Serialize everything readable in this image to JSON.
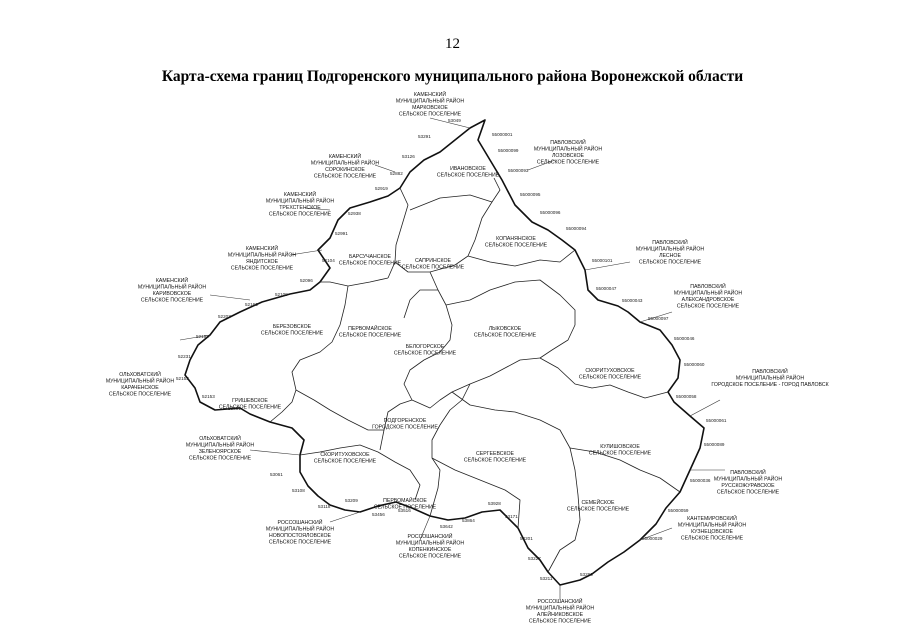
{
  "page_number": "12",
  "title": "Карта-схема границ Подгоренского муниципального района Воронежской области",
  "neighbors": [
    {
      "id": "kamenskiy-markovskoe",
      "lines": [
        "КАМЕНСКИЙ",
        "МУНИЦИПАЛЬНЫЙ РАЙОН",
        "МАРКОВСКОЕ",
        "СЕЛЬСКОЕ ПОСЕЛЕНИЕ"
      ]
    },
    {
      "id": "kamenskiy-sorokinskoe",
      "lines": [
        "КАМЕНСКИЙ",
        "МУНИЦИПАЛЬНЫЙ РАЙОН",
        "СОРОКИНСКОЕ",
        "СЕЛЬСКОЕ ПОСЕЛЕНИЕ"
      ]
    },
    {
      "id": "kamenskiy-trekhstenskoe",
      "lines": [
        "КАМЕНСКИЙ",
        "МУНИЦИПАЛЬНЫЙ РАЙОН",
        "ТРЕХСТЕНСКОЕ",
        "СЕЛЬСКОЕ ПОСЕЛЕНИЕ"
      ]
    },
    {
      "id": "kamenskiy-yanditskoe",
      "lines": [
        "КАМЕНСКИЙ",
        "МУНИЦИПАЛЬНЫЙ РАЙОН",
        "ЯНДИТСКОЕ",
        "СЕЛЬСКОЕ ПОСЕЛЕНИЕ"
      ]
    },
    {
      "id": "kamenskiy-kariv",
      "lines": [
        "КАМЕНСКИЙ",
        "МУНИЦИПАЛЬНЫЙ РАЙОН",
        "КАРИВОВСКОЕ",
        "СЕЛЬСКОЕ ПОСЕЛЕНИЕ"
      ]
    },
    {
      "id": "pavlovskiy-lozovskoe",
      "lines": [
        "ПАВЛОВСКИЙ",
        "МУНИЦИПАЛЬНЫЙ РАЙОН",
        "ЛОЗОВСКОЕ",
        "СЕЛЬСКОЕ ПОСЕЛЕНИЕ"
      ]
    },
    {
      "id": "pavlovskiy-lesnoe",
      "lines": [
        "ПАВЛОВСКИЙ",
        "МУНИЦИПАЛЬНЫЙ РАЙОН",
        "ЛЕСНОЕ",
        "СЕЛЬСКОЕ ПОСЕЛЕНИЕ"
      ]
    },
    {
      "id": "pavlovskiy-aleksandrovskoe",
      "lines": [
        "ПАВЛОВСКИЙ",
        "МУНИЦИПАЛЬНЫЙ РАЙОН",
        "АЛЕКСАНДРОВСКОЕ",
        "СЕЛЬСКОЕ ПОСЕЛЕНИЕ"
      ]
    },
    {
      "id": "pavlovskiy-gorod",
      "lines": [
        "ПАВЛОВСКИЙ",
        "МУНИЦИПАЛЬНЫЙ РАЙОН",
        "ГОРОДСКОЕ ПОСЕЛЕНИЕ - ГОРОД ПАВЛОВСК"
      ]
    },
    {
      "id": "pavlovskiy-russkaya",
      "lines": [
        "ПАВЛОВСКИЙ",
        "МУНИЦИПАЛЬНЫЙ РАЙОН",
        "РУССКОЖУРАВСКОЕ",
        "СЕЛЬСКОЕ ПОСЕЛЕНИЕ"
      ]
    },
    {
      "id": "kantemirovskiy",
      "lines": [
        "КАНТЕМИРОВСКИЙ",
        "МУНИЦИПАЛЬНЫЙ РАЙОН",
        "КУЗНЕЦОВСКОЕ",
        "СЕЛЬСКОЕ ПОСЕЛЕНИЕ"
      ]
    },
    {
      "id": "rossoshanskiy-alejn",
      "lines": [
        "РОССОШАНСКИЙ",
        "МУНИЦИПАЛЬНЫЙ РАЙОН",
        "АЛЕЙНИКОВСКОЕ",
        "СЕЛЬСКОЕ ПОСЕЛЕНИЕ"
      ]
    },
    {
      "id": "rossoshanskiy-nov",
      "lines": [
        "РОССОШАНСКИЙ",
        "МУНИЦИПАЛЬНЫЙ РАЙОН",
        "НОВОПОСТОЯЛОВСКОЕ",
        "СЕЛЬСКОЕ ПОСЕЛЕНИЕ"
      ]
    },
    {
      "id": "rossoshanskiy-kopen",
      "lines": [
        "РОССОШАНСКИЙ",
        "МУНИЦИПАЛЬНЫЙ РАЙОН",
        "КОПЕНКИНСКОЕ",
        "СЕЛЬСКОЕ ПОСЕЛЕНИЕ"
      ]
    },
    {
      "id": "olkhovatskiy",
      "lines": [
        "ОЛЬХОВАТСКИЙ",
        "МУНИЦИПАЛЬНЫЙ РАЙОН",
        "ЗЕЛЕНОЯРСКОЕ",
        "СЕЛЬСКОЕ ПОСЕЛЕНИЕ"
      ]
    },
    {
      "id": "olkhovatskiy-2",
      "lines": [
        "ОЛЬХОВАТСКИЙ",
        "МУНИЦИПАЛЬНЫЙ РАЙОН",
        "КАРАЧЕНСКОЕ",
        "СЕЛЬСКОЕ ПОСЕЛЕНИЕ"
      ]
    }
  ],
  "settlements": [
    {
      "id": "ivanovskoe",
      "lines": [
        "ИВАНОВСКОЕ",
        "СЕЛЬСКОЕ ПОСЕЛЕНИЕ"
      ]
    },
    {
      "id": "saprinskoe",
      "lines": [
        "САПРИНСКОЕ",
        "СЕЛЬСКОЕ ПОСЕЛЕНИЕ"
      ]
    },
    {
      "id": "kopanyanskoe",
      "lines": [
        "КОПАНЯНСКОЕ",
        "СЕЛЬСКОЕ ПОСЕЛЕНИЕ"
      ]
    },
    {
      "id": "barsuchanskoe",
      "lines": [
        "БАРСУЧАНСКОЕ",
        "СЕЛЬСКОЕ ПОСЕЛЕНИЕ"
      ]
    },
    {
      "id": "berezovskoe",
      "lines": [
        "БЕРЕЗОВСКОЕ",
        "СЕЛЬСКОЕ ПОСЕЛЕНИЕ"
      ]
    },
    {
      "id": "pervomayskoe",
      "lines": [
        "ПЕРВОМАЙСКОЕ",
        "СЕЛЬСКОЕ ПОСЕЛЕНИЕ"
      ]
    },
    {
      "id": "lykovskoe",
      "lines": [
        "ЛЫКОВСКОЕ",
        "СЕЛЬСКОЕ ПОСЕЛЕНИЕ"
      ]
    },
    {
      "id": "belogorskoe",
      "lines": [
        "БЕЛОГОРСКОЕ",
        "СЕЛЬСКОЕ ПОСЕЛЕНИЕ"
      ]
    },
    {
      "id": "skorituhovskoe",
      "lines": [
        "СКОРИТУХОВСКОЕ",
        "СЕЛЬСКОЕ ПОСЕЛЕНИЕ"
      ]
    },
    {
      "id": "pervomayskoe-2",
      "lines": [
        "ПЕРВОМАЙСКОЕ",
        "СЕЛЬСКОЕ ПОСЕЛЕНИЕ"
      ]
    },
    {
      "id": "podgorenskoe",
      "lines": [
        "ПОДГОРЕНСКОЕ",
        "ГОРОДСКОЕ ПОСЕЛЕНИЕ"
      ]
    },
    {
      "id": "grishevskoe",
      "lines": [
        "ГРИШЕВСКОЕ",
        "СЕЛЬСКОЕ ПОСЕЛЕНИЕ"
      ]
    },
    {
      "id": "sergeevskoe",
      "lines": [
        "СЕРГЕЕВСКОЕ",
        "СЕЛЬСКОЕ ПОСЕЛЕНИЕ"
      ]
    },
    {
      "id": "semeyskoe",
      "lines": [
        "СЕМЕЙСКОЕ",
        "СЕЛЬСКОЕ ПОСЕЛЕНИЕ"
      ]
    },
    {
      "id": "kulishovskoe",
      "lines": [
        "КУЛИШОВСКОЕ",
        "СЕЛЬСКОЕ ПОСЕЛЕНИЕ"
      ]
    },
    {
      "id": "skoritukhovskoe-2",
      "lines": [
        "СКОРИТУХОВСКОЕ",
        "СЕЛЬСКОЕ ПОСЕЛЕНИЕ"
      ]
    }
  ],
  "boundary_points": [
    "53049",
    "53291",
    "53126",
    "52882",
    "52919",
    "52938",
    "52991",
    "52104",
    "52096",
    "52109",
    "52166",
    "52203",
    "52198",
    "52231",
    "52153",
    "52153",
    "53031",
    "53061",
    "53108",
    "53118",
    "53209",
    "53456",
    "53516",
    "53642",
    "53864",
    "53928",
    "53171",
    "53201",
    "53227",
    "53211",
    "53290",
    "55000001",
    "55000099",
    "55000093",
    "55000095",
    "55000096",
    "55000094",
    "55000101",
    "55000047",
    "55000043",
    "55000097",
    "55000046",
    "55000060",
    "55000058",
    "55000061",
    "55000089",
    "55000036",
    "55000059",
    "55000029"
  ]
}
